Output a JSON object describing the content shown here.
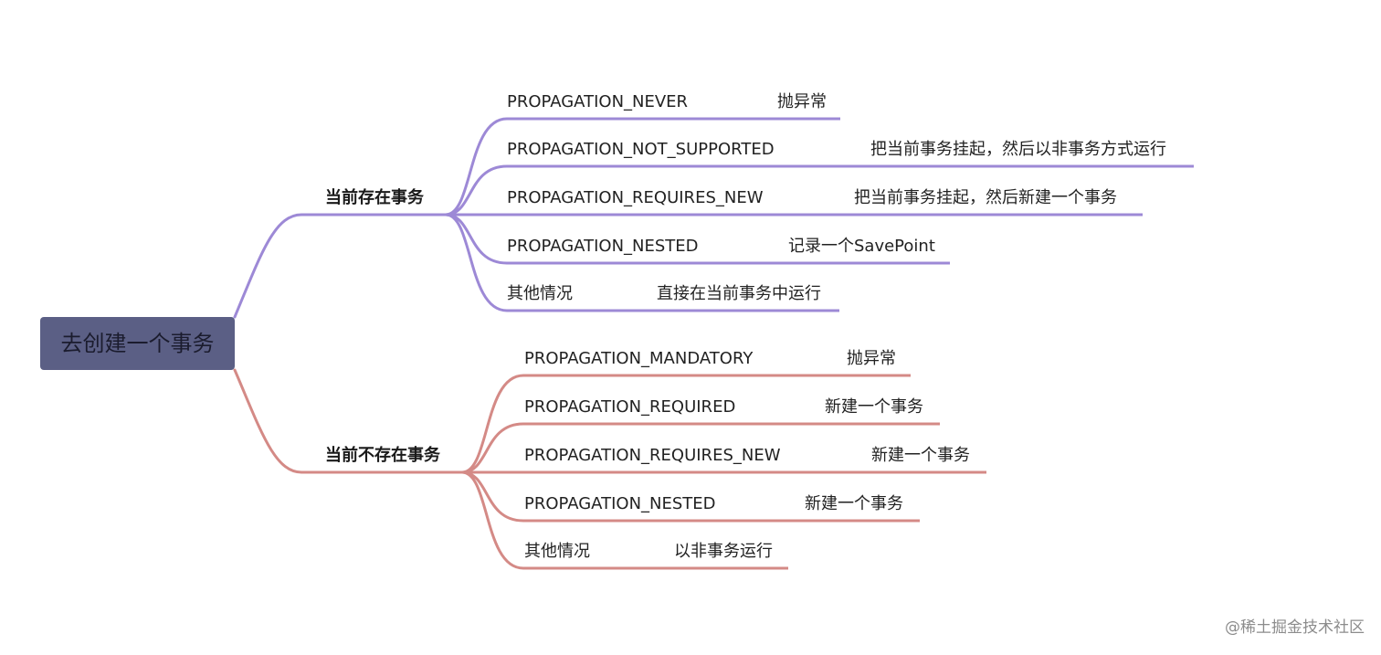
{
  "root": {
    "label": "去创建一个事务"
  },
  "colors": {
    "root_fill": "#5b5f85",
    "branch_exists": "#9d89d6",
    "branch_not_exists": "#d48a86"
  },
  "branches": [
    {
      "label": "当前存在事务",
      "color": "#9d89d6",
      "items": [
        {
          "label": "PROPAGATION_NEVER",
          "desc": "抛异常"
        },
        {
          "label": "PROPAGATION_NOT_SUPPORTED",
          "desc": "把当前事务挂起，然后以非事务方式运行"
        },
        {
          "label": "PROPAGATION_REQUIRES_NEW",
          "desc": "把当前事务挂起，然后新建一个事务"
        },
        {
          "label": "PROPAGATION_NESTED",
          "desc": "记录一个SavePoint"
        },
        {
          "label": "其他情况",
          "desc": "直接在当前事务中运行"
        }
      ]
    },
    {
      "label": "当前不存在事务",
      "color": "#d48a86",
      "items": [
        {
          "label": "PROPAGATION_MANDATORY",
          "desc": "抛异常"
        },
        {
          "label": "PROPAGATION_REQUIRED",
          "desc": "新建一个事务"
        },
        {
          "label": "PROPAGATION_REQUIRES_NEW",
          "desc": "新建一个事务"
        },
        {
          "label": "PROPAGATION_NESTED",
          "desc": "新建一个事务"
        },
        {
          "label": "其他情况",
          "desc": "以非事务运行"
        }
      ]
    }
  ],
  "watermark": "@稀土掘金技术社区"
}
